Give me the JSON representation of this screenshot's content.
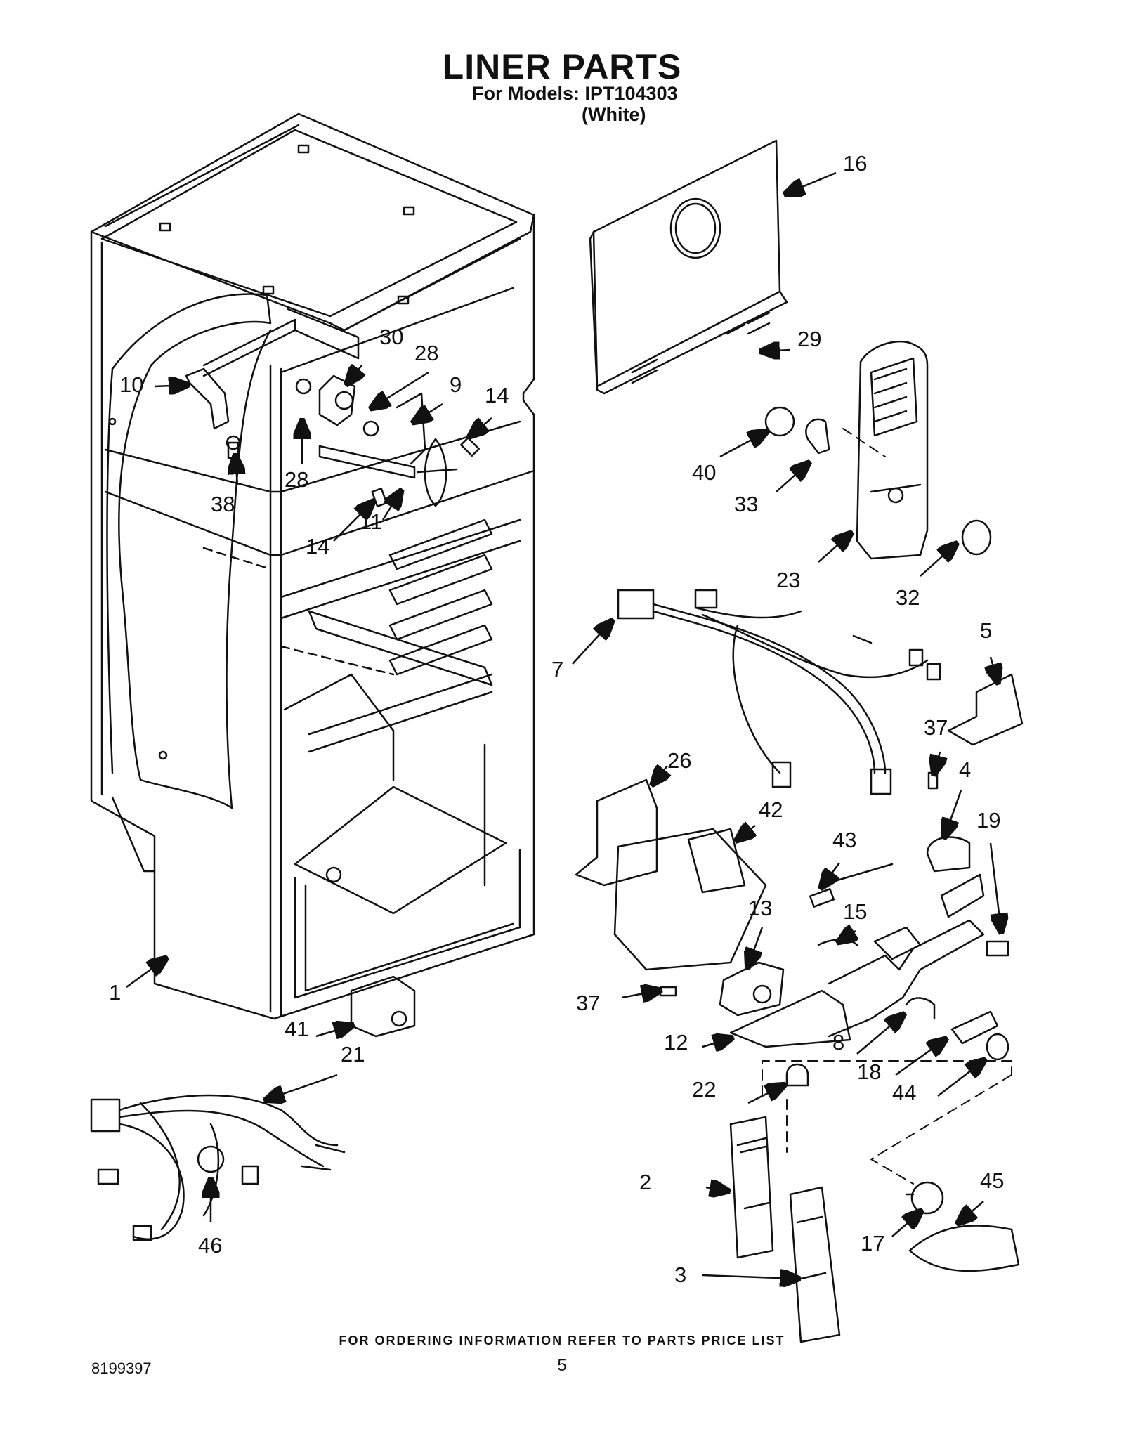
{
  "header": {
    "title": "LINER PARTS",
    "models_line": "For Models: IPT104303",
    "color_line": "(White)"
  },
  "footer": {
    "ordering_note": "FOR ORDERING INFORMATION REFER TO PARTS PRICE LIST",
    "doc_number": "8199397",
    "page_number": "5"
  },
  "callouts": [
    "16",
    "29",
    "30",
    "28",
    "10",
    "9",
    "14",
    "28",
    "38",
    "14",
    "11",
    "40",
    "33",
    "23",
    "32",
    "7",
    "5",
    "37",
    "4",
    "26",
    "42",
    "43",
    "19",
    "13",
    "15",
    "1",
    "41",
    "37",
    "12",
    "8",
    "18",
    "22",
    "44",
    "21",
    "2",
    "45",
    "46",
    "17",
    "3"
  ]
}
